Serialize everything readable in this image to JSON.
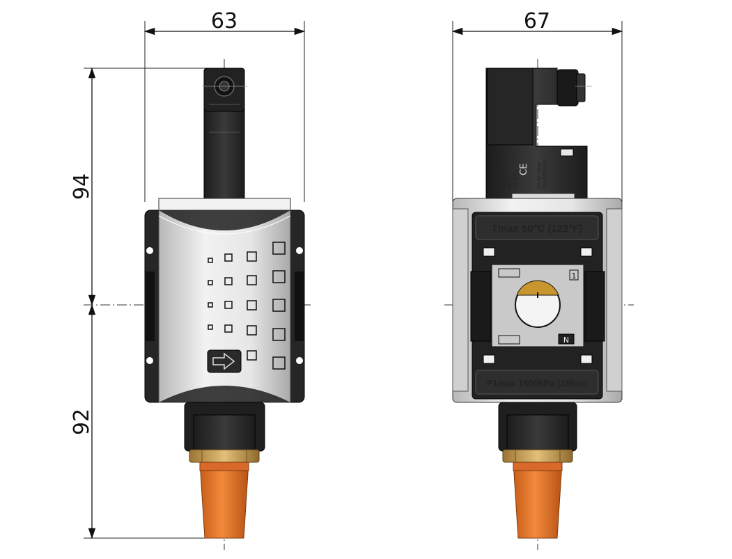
{
  "dimensions": {
    "front_width": "63",
    "side_width": "67",
    "upper_height": "94",
    "lower_height": "92"
  },
  "side_view": {
    "tmax_label": "Tmax 50°C (122°F)",
    "p1max_label": "P1max 1600kPa (16bar)",
    "port_number": "1",
    "n_mark": "N",
    "ce_mark": "CE",
    "coil_print": [
      "XXXXX",
      "24V",
      "100% ED",
      "3/2 NC 10bar",
      "XXXXXX/XXXX"
    ]
  },
  "colors": {
    "body_dark": "#2b2b2b",
    "body_silver": "#d9d9d9",
    "brass": "#c8a15a",
    "silencer_orange": "#e2782e"
  }
}
